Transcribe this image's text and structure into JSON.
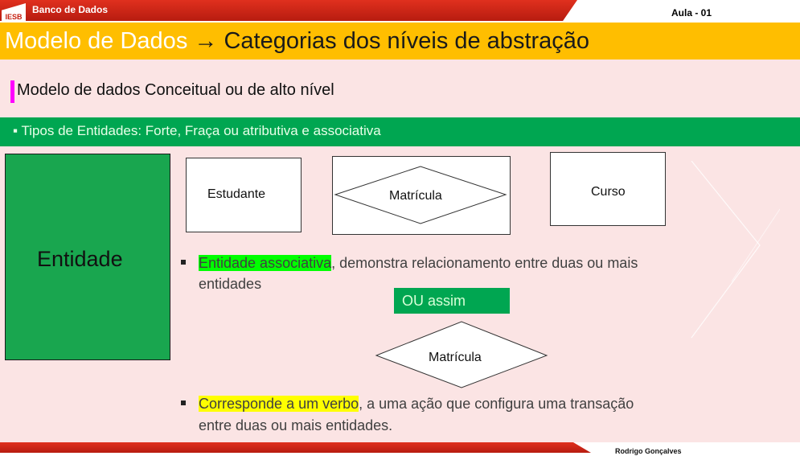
{
  "header": {
    "course": "Banco de Dados",
    "lesson": "Aula - 01",
    "logo_text": "IESB"
  },
  "title": {
    "first": "Modelo de Dados",
    "rest": " → Categorias dos níveis de abstração"
  },
  "subtitle": "Modelo de dados Conceitual ou de alto nível",
  "tipos_bar": "▪  Tipos de Entidades: Forte, Fraça ou atributiva e associativa",
  "entity_label": "Entidade",
  "diagram": {
    "estudante": "Estudante",
    "matricula": "Matrícula",
    "curso": "Curso",
    "matricula_alt": "Matrícula"
  },
  "bullets": {
    "first_highlight": "Entidade associativa",
    "first_rest": ", demonstra relacionamento entre duas ou mais",
    "first_line2": "entidades",
    "ou_assim": "OU assim",
    "second_highlight": "Corresponde a um verbo",
    "second_rest": ", a uma ação que configura uma transação",
    "second_line2": "entre duas ou mais entidades."
  },
  "footer": {
    "author": "Rodrigo Gonçalves"
  },
  "colors": {
    "title_bar": "#ffbe00",
    "green_bar": "#00a651",
    "background": "#fbe4e4",
    "accent": "#ff00ff"
  }
}
